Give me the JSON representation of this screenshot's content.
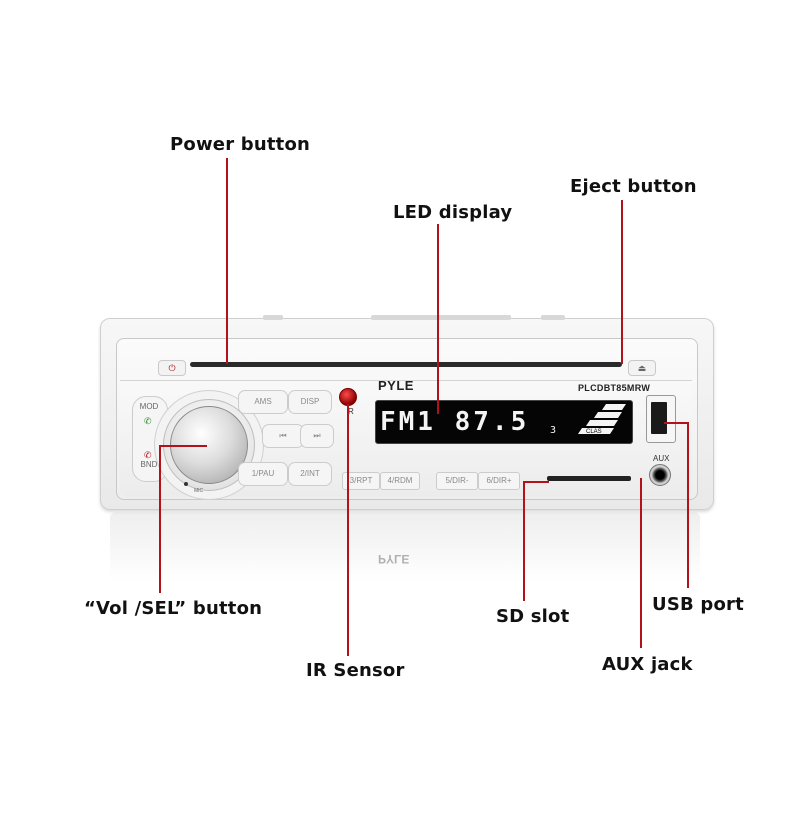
{
  "callouts": {
    "power": "Power button",
    "led": "LED display",
    "eject": "Eject button",
    "vol_sel": "“Vol /SEL” button",
    "ir": "IR Sensor",
    "sd": "SD slot",
    "usb": "USB port",
    "aux": "AUX jack"
  },
  "device": {
    "brand": "PYLE",
    "model": "PLCDBT85MRW",
    "display_main": "FM1 87.5",
    "display_small": "3",
    "display_badge": "CLAS",
    "aux_label": "AUX",
    "ir_label": "R",
    "mic_label": "MIC",
    "buttons": {
      "mod": "MOD",
      "bnd": "BND",
      "ams": "AMS",
      "disp": "DISP",
      "prev": "⏮",
      "next": "⏭",
      "pau": "1/PAU",
      "int": "2/INT",
      "rpt": "3/RPT",
      "rdm": "4/RDM",
      "dirminus": "5/DIR-",
      "dirplus": "6/DIR+"
    }
  },
  "colors": {
    "leader_line": "#b3121b",
    "device_body": "#f0f0f0",
    "display_bg": "#050505",
    "display_text": "#f4f4f4"
  }
}
